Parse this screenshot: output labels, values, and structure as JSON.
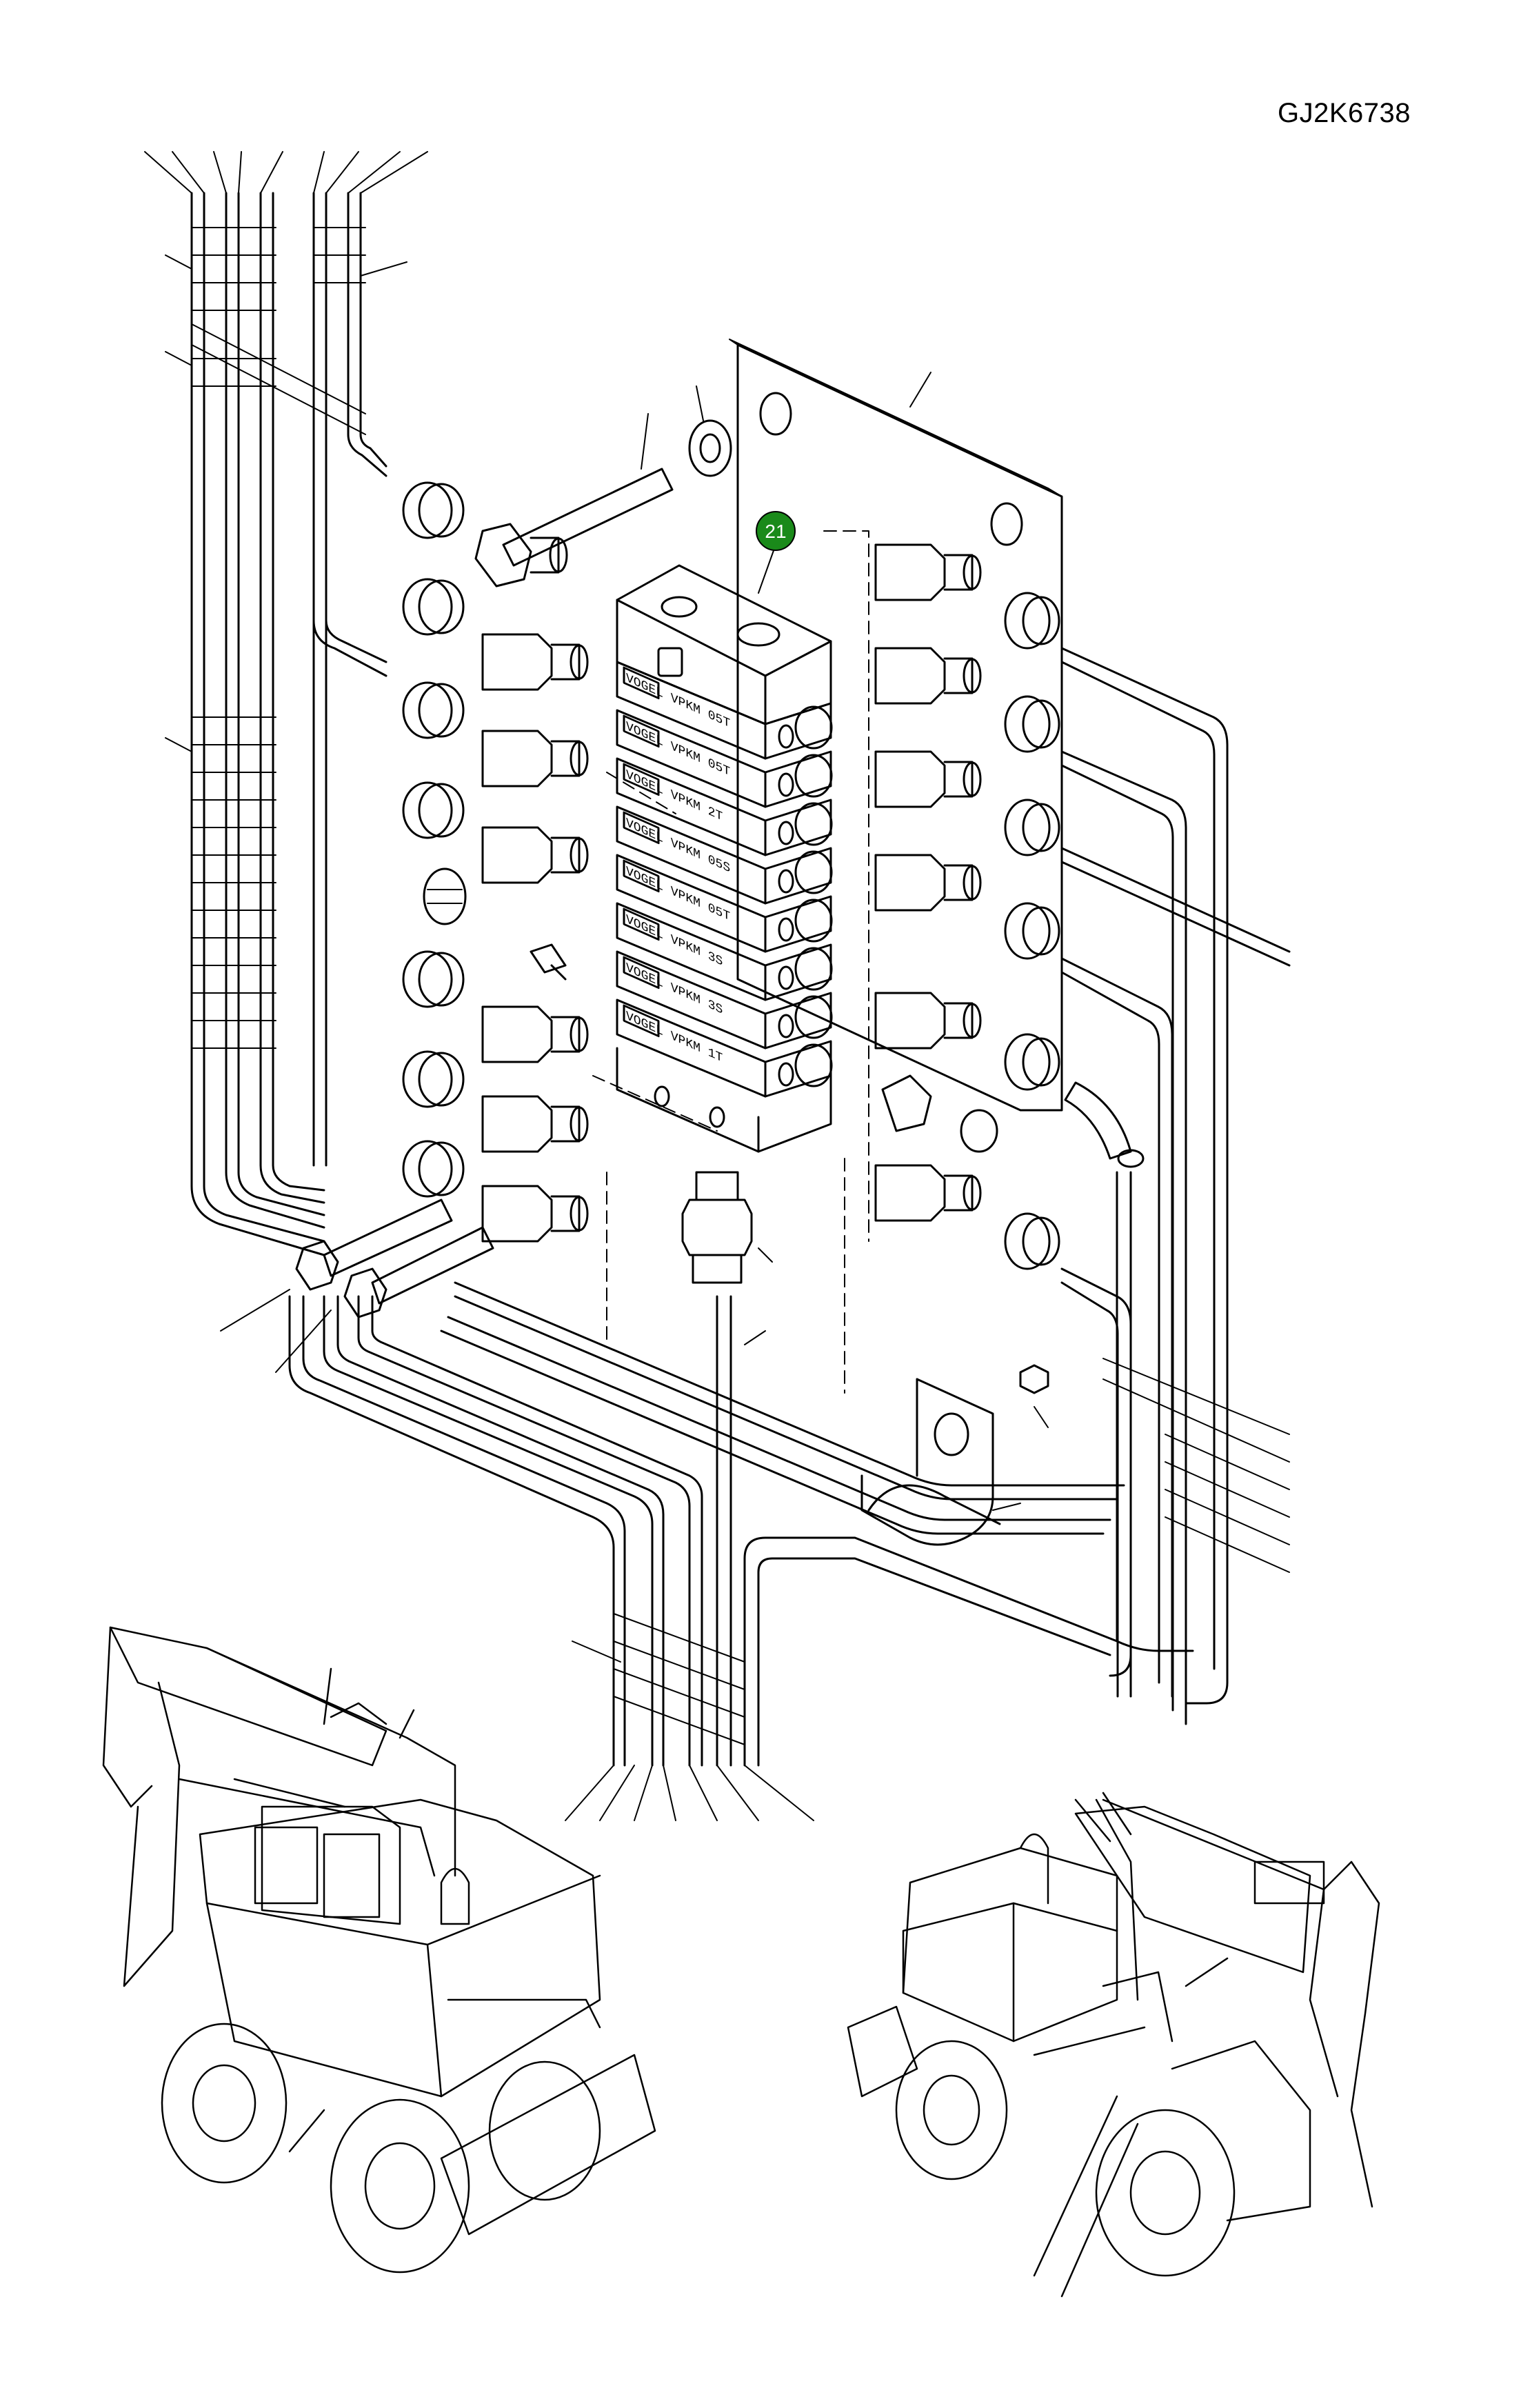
{
  "drawing": {
    "id": "GJ2K6738"
  },
  "callouts": [
    {
      "label": "21",
      "color": "#1a8a1a"
    }
  ],
  "distributor_sections": [
    {
      "brand": "VOGEL",
      "model": "VPKM 05T"
    },
    {
      "brand": "VOGEL",
      "model": "VPKM 05T"
    },
    {
      "brand": "VOGEL",
      "model": "VPKM 2T"
    },
    {
      "brand": "VOGEL",
      "model": "VPKM 05S"
    },
    {
      "brand": "VOGEL",
      "model": "VPKM 05T"
    },
    {
      "brand": "VOGEL",
      "model": "VPKM 3S"
    },
    {
      "brand": "VOGEL",
      "model": "VPKM 3S"
    },
    {
      "brand": "VOGEL",
      "model": "VPKM 1T"
    }
  ],
  "icons": [
    "line-drawing",
    "callout-circle"
  ]
}
